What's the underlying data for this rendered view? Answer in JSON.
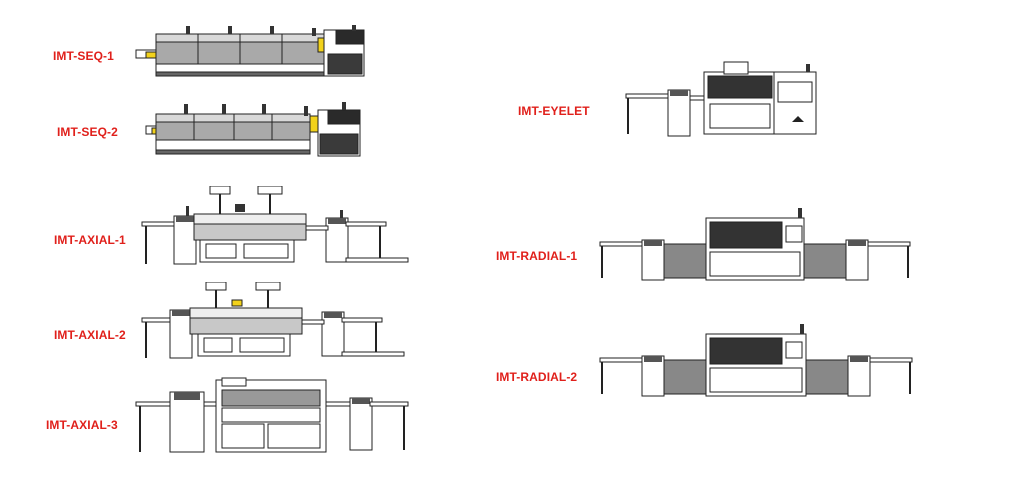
{
  "labels": {
    "seq1": "IMT-SEQ-1",
    "seq2": "IMT-SEQ-2",
    "axial1": "IMT-AXIAL-1",
    "axial2": "IMT-AXIAL-2",
    "axial3": "IMT-AXIAL-3",
    "eyelet": "IMT-EYELET",
    "radial1": "IMT-RADIAL-1",
    "radial2": "IMT-RADIAL-2"
  },
  "colors": {
    "label": "#e0201b",
    "outline": "#222222",
    "panel_gray": "#8a8a8a",
    "dark": "#2a2a2a",
    "yellow": "#f2d21b"
  }
}
